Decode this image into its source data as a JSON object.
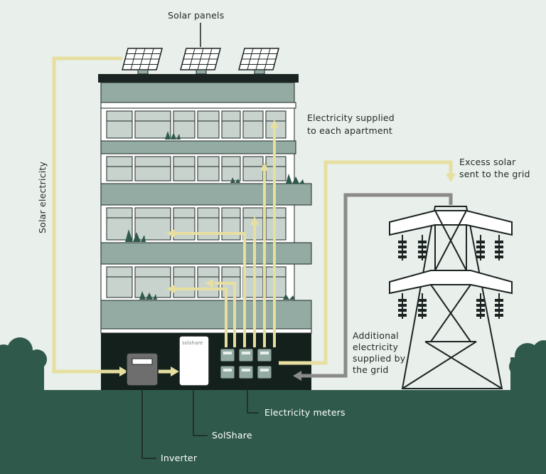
{
  "labels": {
    "solar_panels": "Solar panels",
    "solar_electricity": "Solar electricity",
    "supplied_line1": "Electricity supplied",
    "supplied_line2": "to each apartment",
    "excess_line1": "Excess solar",
    "excess_line2": "sent to the grid",
    "additional_line1": "Additional",
    "additional_line2": "electricity",
    "additional_line3": "supplied by",
    "additional_line4": "the grid",
    "meters": "Electricity meters",
    "solshare": "SolShare",
    "inverter": "Inverter",
    "brand": "solshare"
  },
  "colors": {
    "background": "#e9efeb",
    "ground": "#2f5a4b",
    "building_band": "#93aba2",
    "window_glass": "#c8d3ce",
    "building_base": "#14201c",
    "solar_flow": "#e7dfa0",
    "grid_flow": "#8a8a8a",
    "tower": "#1b2422"
  },
  "icons": [
    "solar-panel-icon",
    "inverter-icon",
    "solshare-unit-icon",
    "electricity-meter-icon",
    "transmission-tower-icon",
    "plant-icon",
    "arrow-icon"
  ]
}
